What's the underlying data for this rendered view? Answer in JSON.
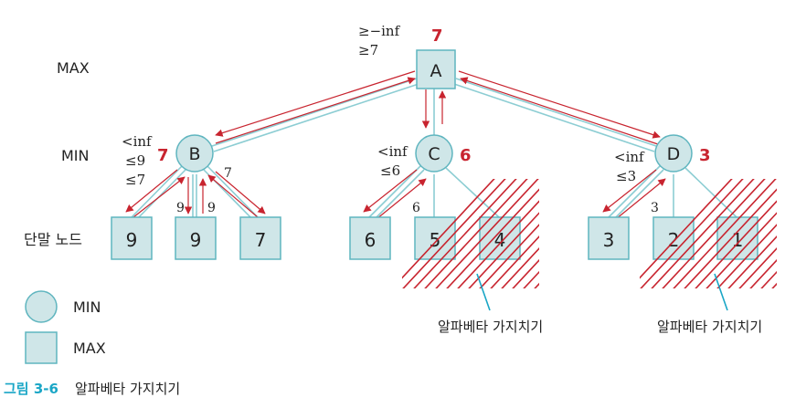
{
  "levels": {
    "max": "MAX",
    "min": "MIN",
    "terminal": "단말 노드"
  },
  "nodes": {
    "A": {
      "label": "A",
      "value": "7",
      "bounds": [
        "≥−inf",
        "≥7"
      ]
    },
    "B": {
      "label": "B",
      "value": "7",
      "bounds": [
        "<inf",
        "≤9",
        "≤7"
      ]
    },
    "C": {
      "label": "C",
      "value": "6",
      "bounds": [
        "<inf",
        "≤6"
      ]
    },
    "D": {
      "label": "D",
      "value": "3",
      "bounds": [
        "<inf",
        "≤3"
      ]
    }
  },
  "leaves": [
    "9",
    "9",
    "7",
    "6",
    "5",
    "4",
    "3",
    "2",
    "1"
  ],
  "edge_labels": {
    "b_left": "9",
    "b_right": "9",
    "b_up_right": "7",
    "c": "6",
    "d": "3"
  },
  "pruning_label": "알파베타 가지치기",
  "legend": {
    "min": "MIN",
    "max": "MAX"
  },
  "caption": {
    "number": "그림 3-6",
    "text": "알파베타 가지치기"
  },
  "colors": {
    "node_fill": "#cfe6e8",
    "node_stroke": "#5fb5bf",
    "edge": "#8ccdd3",
    "arrow": "#c8242f",
    "value": "#c8242f",
    "hatch": "#c8242f",
    "pointer": "#1aa6c6",
    "caption_accent": "#1aa6c6"
  }
}
